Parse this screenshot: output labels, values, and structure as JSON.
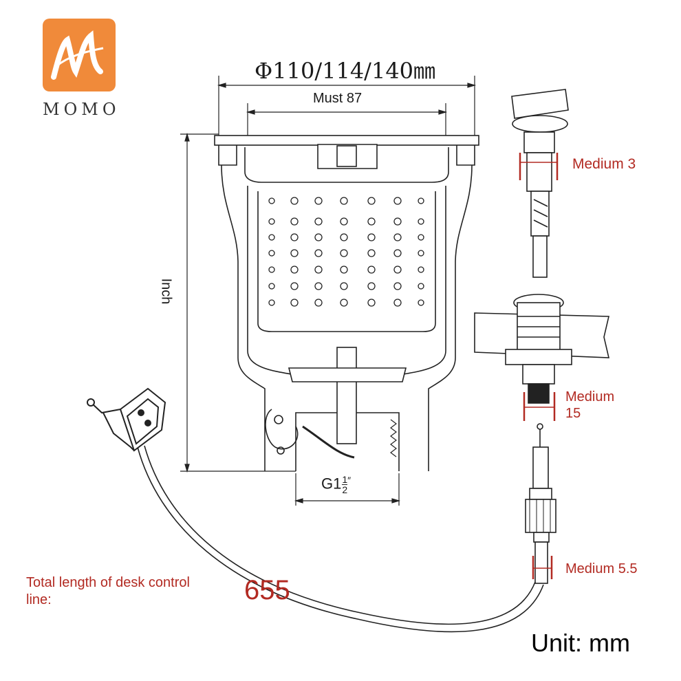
{
  "brand": {
    "name": "MOMO",
    "logo_letter": "M",
    "logo_color": "#f08a3a"
  },
  "dimensions": {
    "diameter": "Φ110/114/140㎜",
    "must": "Must 87",
    "height": "Inch",
    "thread": "G1",
    "thread_frac_num": "1",
    "thread_frac_den": "2",
    "thread_inch_mark": "″"
  },
  "parts": {
    "medium_3": "Medium 3",
    "medium_15_line1": "Medium",
    "medium_15_line2": "15",
    "medium_5_5": "Medium 5.5"
  },
  "cable": {
    "total_length_label_line1": "Total length of desk control",
    "total_length_label_line2": "line:",
    "total_length_value": "655"
  },
  "unit_label": "Unit: mm",
  "colors": {
    "line": "#222222",
    "dimension_red": "#b22a22",
    "text_red": "#b22a22"
  }
}
